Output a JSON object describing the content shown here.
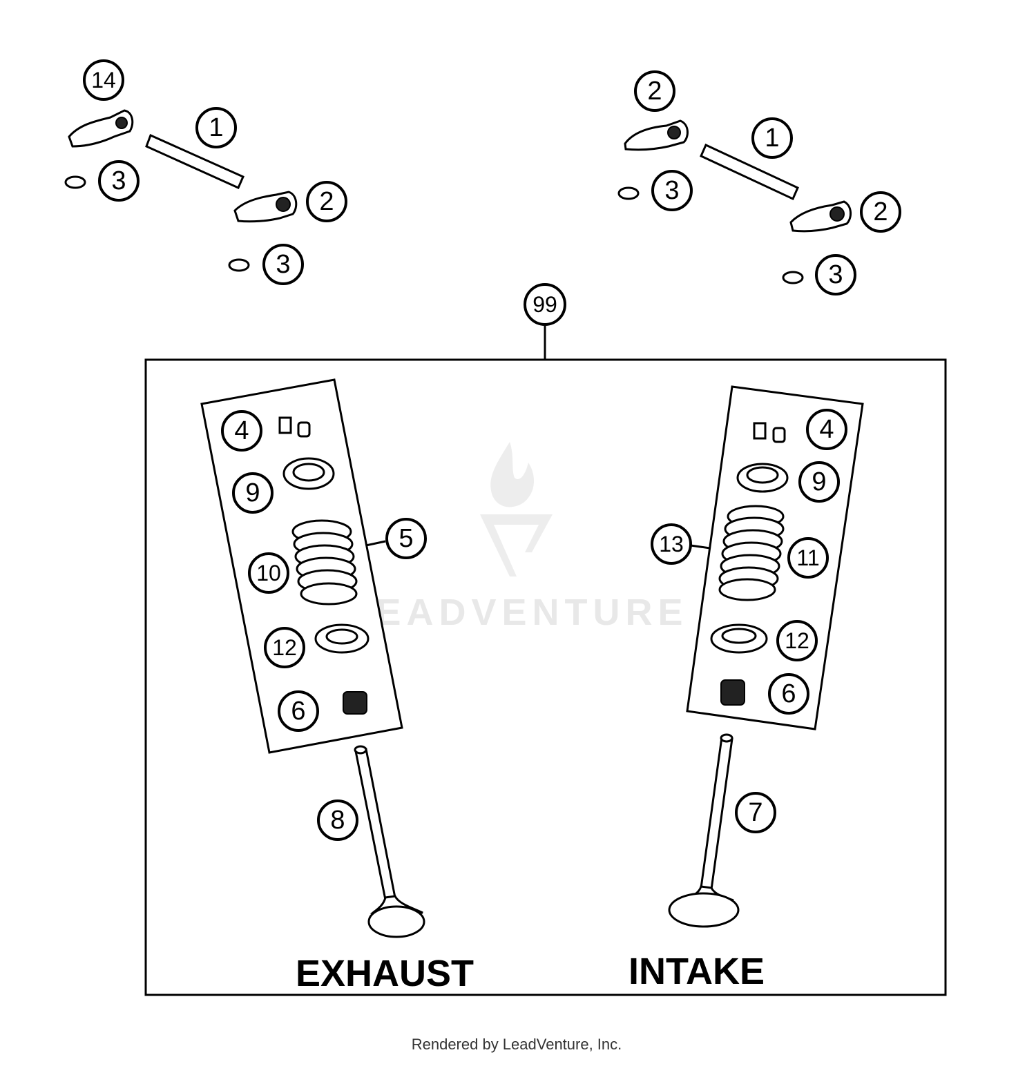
{
  "callouts": {
    "c14": "14",
    "c1a": "1",
    "c3a": "3",
    "c2a": "2",
    "c3b": "3",
    "c2b": "2",
    "c1b": "1",
    "c3c": "3",
    "c2c": "2",
    "c3d": "3",
    "c99": "99",
    "ex4": "4",
    "ex9": "9",
    "ex5": "5",
    "ex10": "10",
    "ex12": "12",
    "ex6": "6",
    "ex8": "8",
    "in4": "4",
    "in9": "9",
    "in13": "13",
    "in11": "11",
    "in12": "12",
    "in6": "6",
    "in7": "7"
  },
  "labels": {
    "exhaust": "EXHAUST",
    "intake": "INTAKE"
  },
  "watermark": {
    "text": "LEADVENTURE"
  },
  "footer": {
    "text": "Rendered by LeadVenture, Inc."
  }
}
